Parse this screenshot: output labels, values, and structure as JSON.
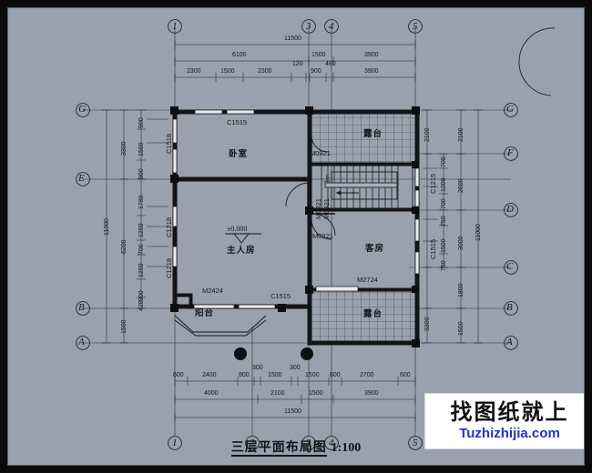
{
  "drawing": {
    "title_cn": "三层平面布局图",
    "scale": "1:100",
    "elevation_mark": "±0.000"
  },
  "watermark": {
    "cn": "找图纸就上",
    "en": "Tuzhizhijia.com"
  },
  "grid": {
    "top_labels": [
      "1",
      "3",
      "4",
      "5"
    ],
    "bottom_labels": [
      "1",
      "2",
      "3",
      "4",
      "5"
    ],
    "left_labels": [
      "G",
      "E",
      "B",
      "A"
    ],
    "right_labels": [
      "G",
      "F",
      "D",
      "C",
      "B",
      "A"
    ]
  },
  "rooms": [
    {
      "name": "卧室"
    },
    {
      "name": "主人房"
    },
    {
      "name": "客房"
    },
    {
      "name": "阳台"
    },
    {
      "name": "露台"
    },
    {
      "name": "露台"
    }
  ],
  "openings": {
    "windows": [
      "C1515",
      "C1518",
      "C1218",
      "C1218",
      "C1515",
      "C1215",
      "C1515"
    ],
    "doors": [
      "M0921",
      "M0921",
      "M0921",
      "M0921",
      "M2424",
      "M2724"
    ]
  },
  "stair": {
    "direction_label": "上"
  },
  "dimensions": {
    "top_row1": [
      "11500"
    ],
    "top_row2": [
      "6100",
      "1500",
      "3900"
    ],
    "top_row3": [
      "2300",
      "1500",
      "2300",
      "120",
      "900",
      "480",
      "3900"
    ],
    "bottom_row1": [
      "600",
      "2400",
      "800",
      "300",
      "1500",
      "300",
      "1500",
      "600",
      "2700",
      "600"
    ],
    "bottom_row2": [
      "4000",
      "2100",
      "1500",
      "3900"
    ],
    "bottom_row3": [
      "11500"
    ],
    "left_outer": [
      "11000"
    ],
    "left_mid": [
      "3300",
      "6200",
      "1500"
    ],
    "left_inner": [
      "900",
      "1500",
      "900",
      "1780",
      "1200",
      "700",
      "1200",
      "900",
      "420"
    ],
    "right_inner": [
      "700",
      "1200",
      "700",
      "750",
      "1500",
      "750"
    ],
    "right_mid": [
      "2100",
      "2600",
      "3000",
      "1800",
      "1500"
    ],
    "right_mid2": [
      "2100",
      "3300"
    ],
    "right_outer": [
      "11000"
    ]
  }
}
